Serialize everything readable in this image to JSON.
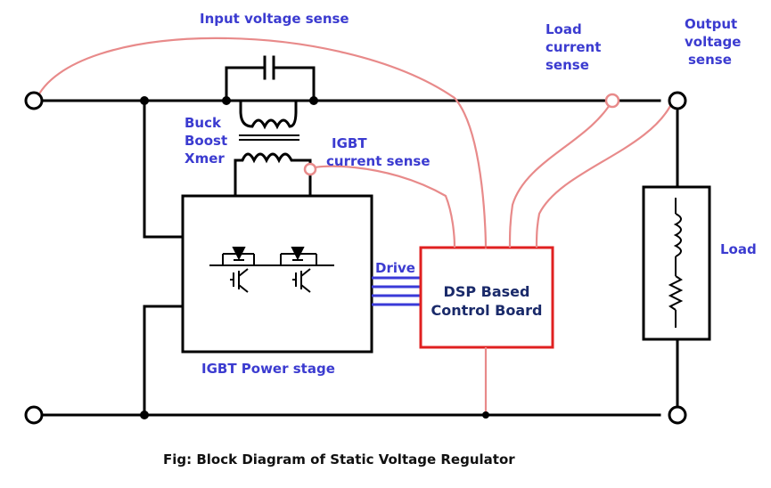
{
  "labels": {
    "input_voltage_sense": "Input voltage sense",
    "load_current_sense": [
      "Load",
      "current",
      "sense"
    ],
    "output_voltage_sense": [
      "Output",
      "voltage",
      "sense"
    ],
    "buck_boost_xmer": [
      "Buck",
      "Boost",
      "Xmer"
    ],
    "igbt_current_sense": [
      "IGBT",
      "current sense"
    ],
    "drive": "Drive",
    "dsp_board": [
      "DSP Based",
      "Control Board"
    ],
    "igbt_power_stage": "IGBT Power stage",
    "load": "Load"
  },
  "caption": "Fig: Block Diagram of Static Voltage Regulator",
  "colors": {
    "wire": "#000000",
    "sense_wire": "#e88a8a",
    "control_board_border": "#e02020",
    "drive_bus": "#3a3ad8",
    "label_text": "#3b3bd0"
  }
}
